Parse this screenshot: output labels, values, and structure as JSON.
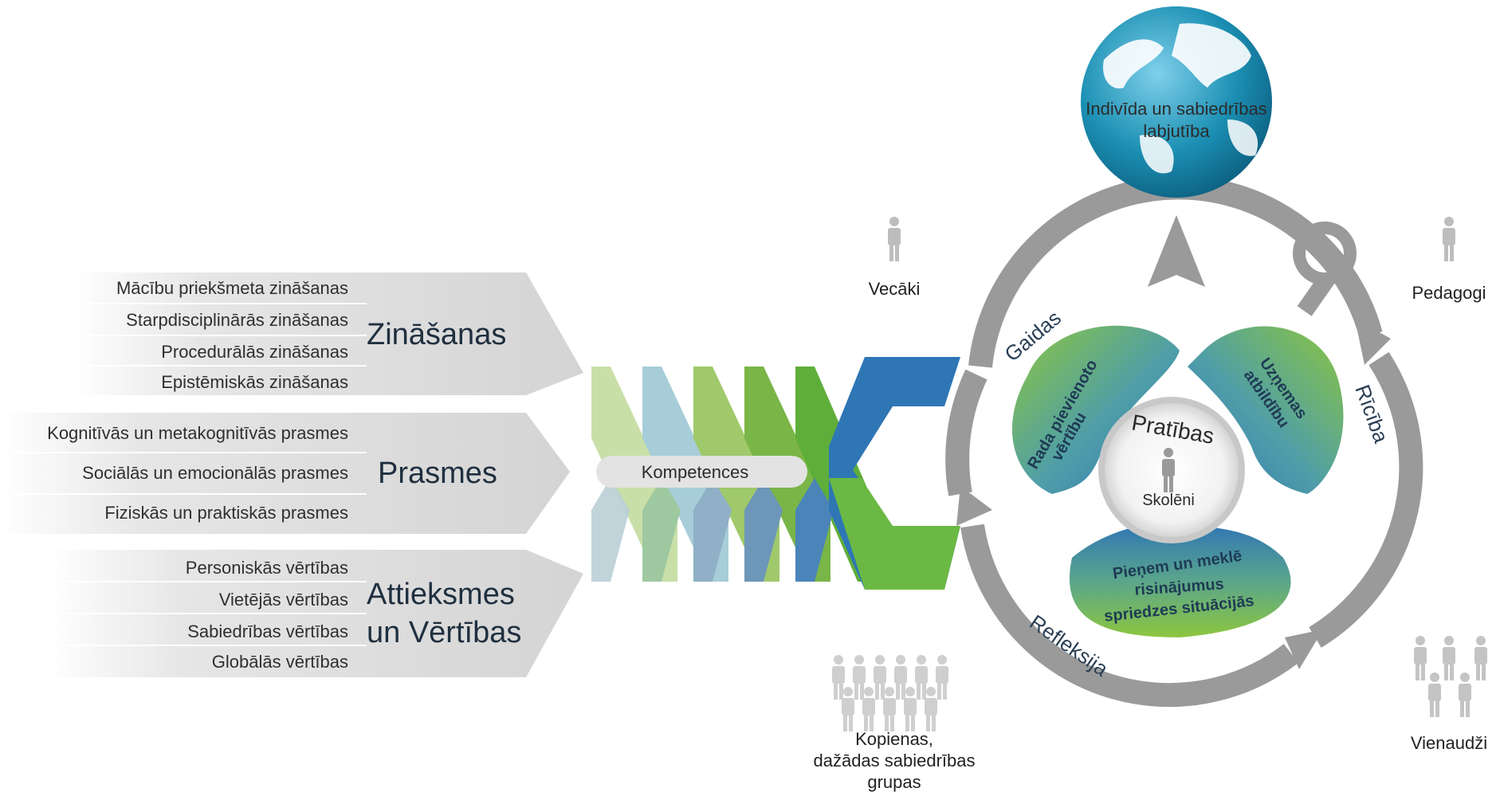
{
  "goal": {
    "line1": "Indivīda un sabiedrības",
    "line2": "labjutība"
  },
  "groups": [
    {
      "title_lines": [
        "Zināšanas"
      ],
      "items": [
        "Mācību priekšmeta zināšanas",
        "Starpdisciplinārās zināšanas",
        "Procedurālās zināšanas",
        "Epistēmiskās zināšanas"
      ]
    },
    {
      "title_lines": [
        "Prasmes"
      ],
      "items": [
        "Kognitīvās un metakognitīvās prasmes",
        "Sociālās un emocionālās prasmes",
        "Fiziskās un praktiskās prasmes"
      ]
    },
    {
      "title_lines": [
        "Attieksmes",
        "un Vērtības"
      ],
      "items": [
        "Personiskās vērtības",
        "Vietējās vērtības",
        "Sabiedrības vērtības",
        "Globālās vērtības"
      ]
    }
  ],
  "competences": "Kompetences",
  "center": {
    "title": "Pratības",
    "student": "Skolēni"
  },
  "petals": {
    "left": [
      "Rada pievienoto",
      "vērtību"
    ],
    "right": [
      "Uzņemas",
      "atbildību"
    ],
    "bottom": [
      "Pieņem un meklē",
      "risinājumus",
      "spriedzes situācijās"
    ]
  },
  "cycle": {
    "anticipation": "Gaidas",
    "action": "Rīcība",
    "reflection": "Refleksija"
  },
  "stakeholders": {
    "parents": "Vecāki",
    "teachers": "Pedagogi",
    "peers": "Vienaudži",
    "communities": [
      "Kopienas,",
      "dažādas sabiedrības",
      "grupas"
    ]
  },
  "colors": {
    "green": "#7ac143",
    "blue": "#2f76b5",
    "grey_band": "#d9d9d9",
    "ring": "#9a9a9a",
    "ocean": "#1b8fb3"
  }
}
